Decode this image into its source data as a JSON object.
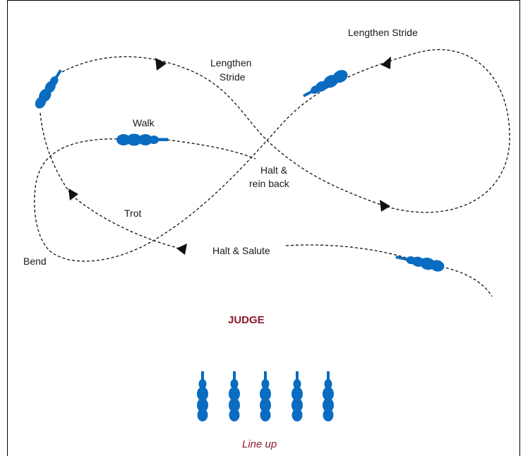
{
  "labels": {
    "lengthen_stride_top": "Lengthen Stride",
    "lengthen_stride_mid_line1": "Lengthen",
    "lengthen_stride_mid_line2": "Stride",
    "walk": "Walk",
    "halt_rein_back_line1": "Halt &",
    "halt_rein_back_line2": "rein back",
    "trot": "Trot",
    "halt_salute": "Halt & Salute",
    "bend": "Bend",
    "judge": "JUDGE",
    "line_up": "Line up"
  },
  "colors": {
    "horse": "#0a6cc0",
    "accent_text": "#8b1a2b",
    "path": "#111111"
  },
  "horse_count_lineup": 5
}
